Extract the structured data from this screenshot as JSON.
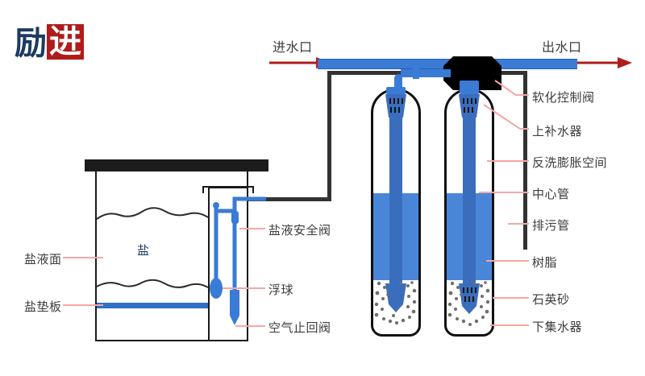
{
  "logo": {
    "char1": "励",
    "char2": "进"
  },
  "diagram": {
    "title_top_left": "进水口",
    "title_top_right": "出水口",
    "salt_label": "盐",
    "colors": {
      "pipe_blue": "#3a7bd5",
      "resin_blue": "#4a86d8",
      "tube_blue": "#3a6ebd",
      "arrow_red": "#b01b1b",
      "leader_pink": "#f4a7a7",
      "outline_black": "#111111",
      "logo_navy": "#1b3a63",
      "logo_red": "#b01b1b"
    }
  },
  "labels": {
    "left": [
      {
        "id": "brine-level",
        "text": "盐液面"
      },
      {
        "id": "salt-plate",
        "text": "盐垫板"
      }
    ],
    "middle": [
      {
        "id": "brine-safety-valve",
        "text": "盐液安全阀"
      },
      {
        "id": "float-ball",
        "text": "浮球"
      },
      {
        "id": "air-check-valve",
        "text": "空气止回阀"
      }
    ],
    "right": [
      {
        "id": "softener-control-valve",
        "text": "软化控制阀"
      },
      {
        "id": "upper-distributor",
        "text": "上补水器"
      },
      {
        "id": "backwash-expansion-space",
        "text": "反洗膨胀空间"
      },
      {
        "id": "center-tube",
        "text": "中心管"
      },
      {
        "id": "drain-pipe",
        "text": "排污管"
      },
      {
        "id": "resin",
        "text": "树脂"
      },
      {
        "id": "quartz-sand",
        "text": "石英砂"
      },
      {
        "id": "lower-distributor",
        "text": "下集水器"
      }
    ]
  },
  "icons": {
    "inlet_arrow": "arrow-right-icon",
    "outlet_arrow": "arrow-right-icon"
  }
}
